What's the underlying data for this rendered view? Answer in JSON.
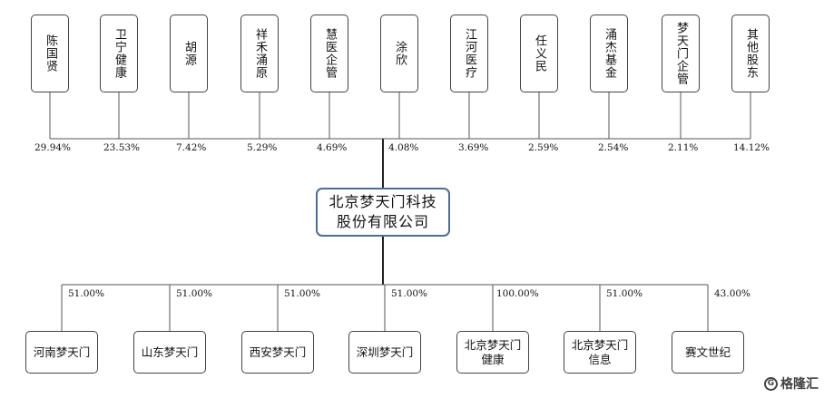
{
  "shareholders": [
    {
      "name": "陈国贤",
      "pct": "29.94%"
    },
    {
      "name": "卫宁健康",
      "pct": "23.53%"
    },
    {
      "name": "胡源",
      "pct": "7.42%"
    },
    {
      "name": "祥禾涌原",
      "pct": "5.29%"
    },
    {
      "name": "慧医企管",
      "pct": "4.69%"
    },
    {
      "name": "涂欣",
      "pct": "4.08%"
    },
    {
      "name": "江河医疗",
      "pct": "3.69%"
    },
    {
      "name": "任义民",
      "pct": "2.59%"
    },
    {
      "name": "涌杰基金",
      "pct": "2.54%"
    },
    {
      "name": "梦天门企管",
      "pct": "2.11%"
    },
    {
      "name": "其他股东",
      "pct": "14.12%"
    }
  ],
  "company": {
    "line1": "北京梦天门科技",
    "line2": "股份有限公司"
  },
  "subsidiaries": [
    {
      "line1": "河南梦天门",
      "line2": "",
      "pct": "51.00%"
    },
    {
      "line1": "山东梦天门",
      "line2": "",
      "pct": "51.00%"
    },
    {
      "line1": "西安梦天门",
      "line2": "",
      "pct": "51.00%"
    },
    {
      "line1": "深圳梦天门",
      "line2": "",
      "pct": "51.00%"
    },
    {
      "line1": "北京梦天门",
      "line2": "健康",
      "pct": "100.00%"
    },
    {
      "line1": "北京梦天门",
      "line2": "信息",
      "pct": "51.00%"
    },
    {
      "line1": "赛文世纪",
      "line2": "",
      "pct": "43.00%"
    }
  ],
  "watermark": {
    "mark": "G",
    "text": "格隆汇"
  }
}
